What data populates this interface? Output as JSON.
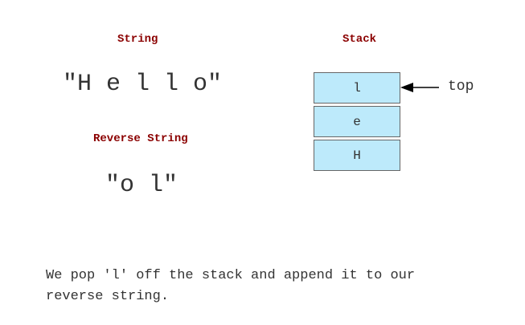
{
  "labels": {
    "string": "String",
    "stack": "Stack",
    "reverse_string": "Reverse String",
    "top": "top"
  },
  "original_string": "\"H e l l o\"",
  "reverse_string": "\"o l\"",
  "stack": {
    "cells": [
      "l",
      "e",
      "H"
    ]
  },
  "caption": "We pop 'l' off the stack and append it to our\nreverse string.",
  "colors": {
    "heading": "#8b0000",
    "stack_fill": "#bdeafb",
    "stack_border": "#666666",
    "text": "#333333"
  }
}
